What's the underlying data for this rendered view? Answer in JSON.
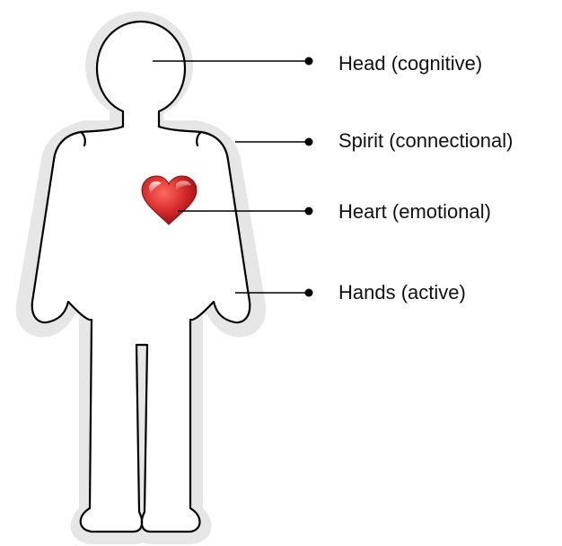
{
  "callouts": [
    {
      "id": "head",
      "label": "Head (cognitive)"
    },
    {
      "id": "spirit",
      "label": "Spirit (connectional)"
    },
    {
      "id": "heart",
      "label": "Heart (emotional)"
    },
    {
      "id": "hands",
      "label": "Hands (active)"
    }
  ],
  "colors": {
    "outline": "#000000",
    "halo": "#e6e6e6",
    "heart": "#d42a2a",
    "leader_line": "#000000",
    "text": "#111111"
  },
  "icons": {
    "figure": "person-silhouette",
    "heart": "heart-icon"
  }
}
